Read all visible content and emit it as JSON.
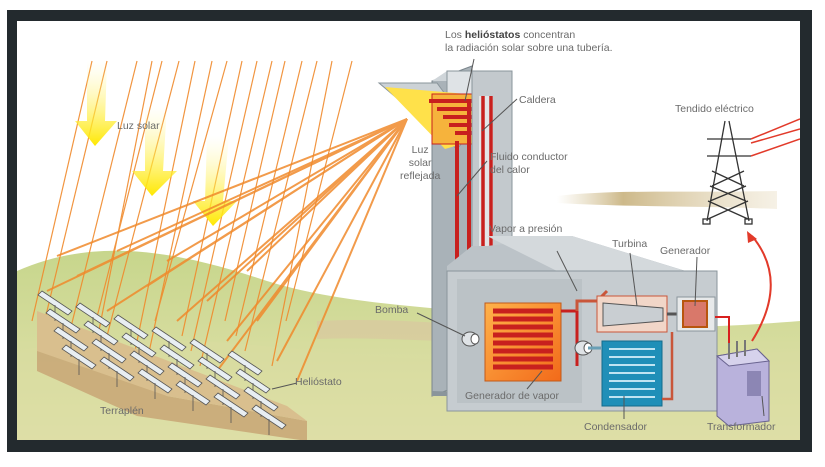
{
  "diagram": {
    "title_note": {
      "prefix": "Los ",
      "bold": "helióstatos",
      "suffix": " concentran",
      "line2": "la radiación solar sobre una tubería."
    },
    "labels": {
      "sunlight": "Luz solar",
      "reflected_1": "Luz",
      "reflected_2": "solar",
      "reflected_3": "reflejada",
      "boiler": "Caldera",
      "heat_fluid_1": "Fluido conductor",
      "heat_fluid_2": "del calor",
      "pressure_steam": "Vapor a presión",
      "turbine": "Turbina",
      "generator": "Generador",
      "power_line": "Tendido eléctrico",
      "pump": "Bomba",
      "heliostat": "Helióstato",
      "embankment": "Terraplén",
      "steam_generator": "Generador de vapor",
      "condenser": "Condensador",
      "transformer": "Transformador"
    },
    "colors": {
      "frame": "#232a2e",
      "ray": "#f08a2c",
      "sun_arrow": "#ffe800",
      "pipe_hot": "#c8201e",
      "steam_gen": "#f7902a",
      "condenser": "#1f8fb8",
      "building": "#b9c0c5",
      "ground_green": "#b9cf7a",
      "ground_tan": "#d8c59a",
      "transformer": "#b9b2dc"
    }
  }
}
